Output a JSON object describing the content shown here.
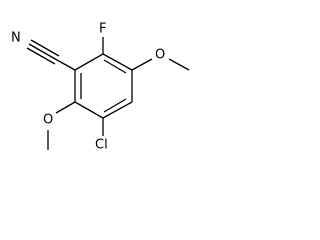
{
  "molecule": {
    "atoms": {
      "n": "N",
      "f": "F",
      "o_upper": "O",
      "o_lower": "O",
      "cl": "Cl"
    }
  }
}
